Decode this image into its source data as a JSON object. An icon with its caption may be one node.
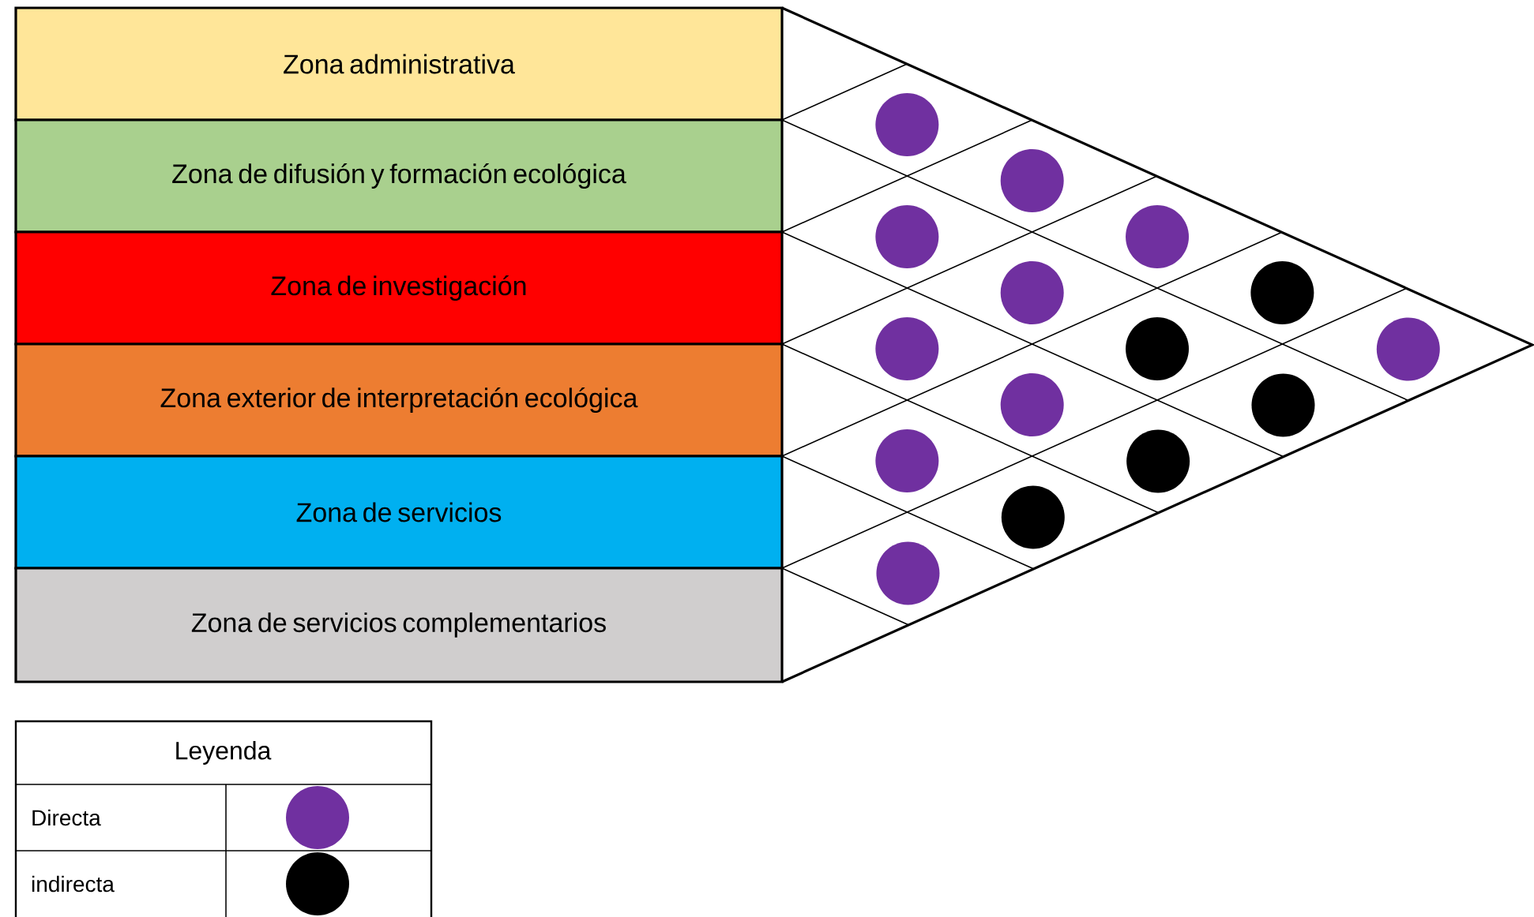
{
  "diagram": {
    "nodes": [
      {
        "text": [
          "Zona administrativa"
        ]
      },
      {
        "text": [
          "Zona de difusión y formación ecológica"
        ]
      },
      {
        "text": [
          "Zona de investigación"
        ]
      },
      {
        "text": [
          "Zona exterior de interpretación ecológica"
        ]
      },
      {
        "text": [
          "Zona de servicios"
        ]
      },
      {
        "text": [
          "Zona de servicios complementarios"
        ]
      },
      {
        "text": [],
        "shape": "circle"
      },
      {
        "text": [],
        "shape": "circle"
      },
      {
        "text": [],
        "shape": "circle"
      },
      {
        "text": [],
        "shape": "circle"
      },
      {
        "text": [],
        "shape": "circle"
      },
      {
        "text": [],
        "shape": "circle"
      },
      {
        "text": [],
        "shape": "circle"
      },
      {
        "text": [],
        "shape": "circle"
      },
      {
        "text": [],
        "shape": "circle"
      },
      {
        "text": [],
        "shape": "circle"
      },
      {
        "text": [],
        "shape": "circle"
      },
      {
        "text": [],
        "shape": "circle"
      },
      {
        "text": [],
        "shape": "circle"
      },
      {
        "text": [],
        "shape": "circle"
      },
      {
        "text": [],
        "shape": "circle"
      }
    ],
    "labels": [
      "Leyenda"
    ],
    "legend": [
      {
        "text": "Directa",
        "color": "#7030a0"
      },
      {
        "text": "indirecta",
        "color": "#000000"
      }
    ]
  }
}
